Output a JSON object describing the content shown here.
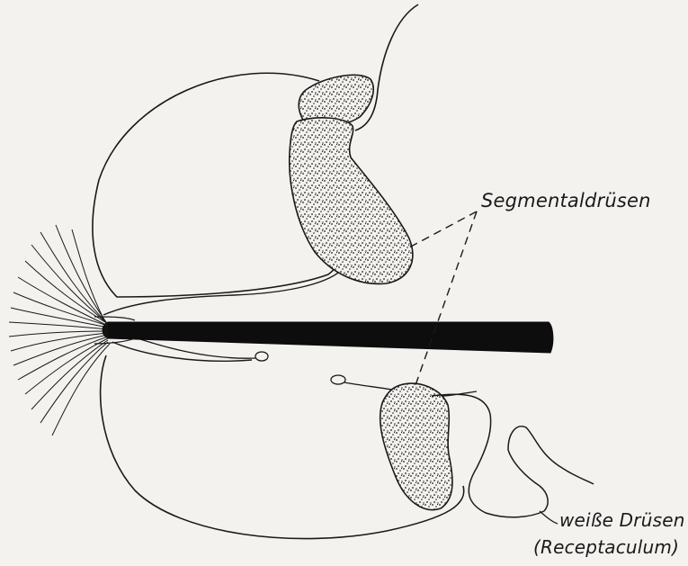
{
  "diagram": {
    "labels": {
      "segmental_glands": "Segmentaldrüsen",
      "white_glands": "weiße Drüsen",
      "white_glands_note": "(Receptaculum)"
    },
    "colors": {
      "ink": "#1a1a1a",
      "paper": "#f3f2ef"
    }
  }
}
